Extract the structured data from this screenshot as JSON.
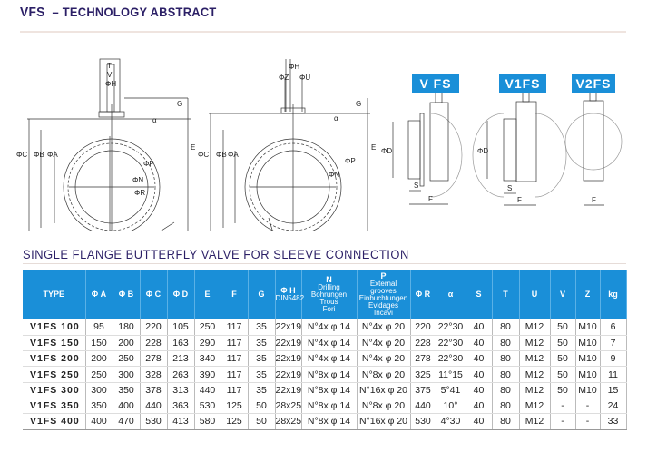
{
  "header": {
    "brand": "VFS",
    "title": "– TECHNOLOGY ABSTRACT"
  },
  "diagrams": {
    "front1": {
      "labels": [
        "T",
        "V",
        "ΦH",
        "G",
        "ΦC",
        "ΦB",
        "ΦA",
        "E",
        "α",
        "ΦR",
        "ΦP",
        "ΦN"
      ]
    },
    "front2": {
      "labels": [
        "ΦH",
        "ΦZ",
        "ΦU",
        "G",
        "ΦC",
        "ΦB",
        "ΦA",
        "E",
        "α",
        "ΦR",
        "ΦP",
        "ΦN"
      ]
    },
    "side": {
      "badges": [
        "V  FS",
        "V1FS",
        "V2FS"
      ],
      "labels": {
        "d": "ΦD",
        "s": "S",
        "f": "F"
      }
    }
  },
  "section_title": "SINGLE FLANGE BUTTERFLY VALVE FOR SLEEVE CONNECTION",
  "table": {
    "headers": [
      "TYPE",
      "Φ A",
      "Φ B",
      "Φ C",
      "Φ D",
      "E",
      "F",
      "G"
    ],
    "h_col": {
      "main": "Φ H",
      "sub": "DIN5482"
    },
    "n_col": {
      "main": "N",
      "lines": [
        "Drilling",
        "Bohrungen",
        "Trous",
        "Fori"
      ]
    },
    "p_col": {
      "main": "P",
      "lines": [
        "External grooves",
        "Einbuchtungen",
        "Evidages",
        "Incavi"
      ]
    },
    "headers2": [
      "Φ R",
      "α",
      "S",
      "T",
      "U",
      "V",
      "Z",
      "kg"
    ],
    "rows": [
      [
        "V1FS 100",
        "95",
        "180",
        "220",
        "105",
        "250",
        "117",
        "35",
        "22x19",
        "N°4x φ 14",
        "N°4x φ 20",
        "220",
        "22°30",
        "40",
        "80",
        "M12",
        "50",
        "M10",
        "6"
      ],
      [
        "V1FS 150",
        "150",
        "200",
        "228",
        "163",
        "290",
        "117",
        "35",
        "22x19",
        "N°4x φ 14",
        "N°4x φ 20",
        "228",
        "22°30",
        "40",
        "80",
        "M12",
        "50",
        "M10",
        "7"
      ],
      [
        "V1FS 200",
        "200",
        "250",
        "278",
        "213",
        "340",
        "117",
        "35",
        "22x19",
        "N°4x φ 14",
        "N°4x φ 20",
        "278",
        "22°30",
        "40",
        "80",
        "M12",
        "50",
        "M10",
        "9"
      ],
      [
        "V1FS 250",
        "250",
        "300",
        "328",
        "263",
        "390",
        "117",
        "35",
        "22x19",
        "N°8x φ 14",
        "N°8x φ 20",
        "325",
        "11°15",
        "40",
        "80",
        "M12",
        "50",
        "M10",
        "11"
      ],
      [
        "V1FS 300",
        "300",
        "350",
        "378",
        "313",
        "440",
        "117",
        "35",
        "22x19",
        "N°8x φ 14",
        "N°16x φ 20",
        "375",
        "5°41",
        "40",
        "80",
        "M12",
        "50",
        "M10",
        "15"
      ],
      [
        "V1FS 350",
        "350",
        "400",
        "440",
        "363",
        "530",
        "125",
        "50",
        "28x25",
        "N°8x φ 14",
        "N°8x φ 20",
        "440",
        "10°",
        "40",
        "80",
        "M12",
        "-",
        "-",
        "24"
      ],
      [
        "V1FS 400",
        "400",
        "470",
        "530",
        "413",
        "580",
        "125",
        "50",
        "28x25",
        "N°8x φ 14",
        "N°16x φ 20",
        "530",
        "4°30",
        "40",
        "80",
        "M12",
        "-",
        "-",
        "33"
      ]
    ]
  }
}
